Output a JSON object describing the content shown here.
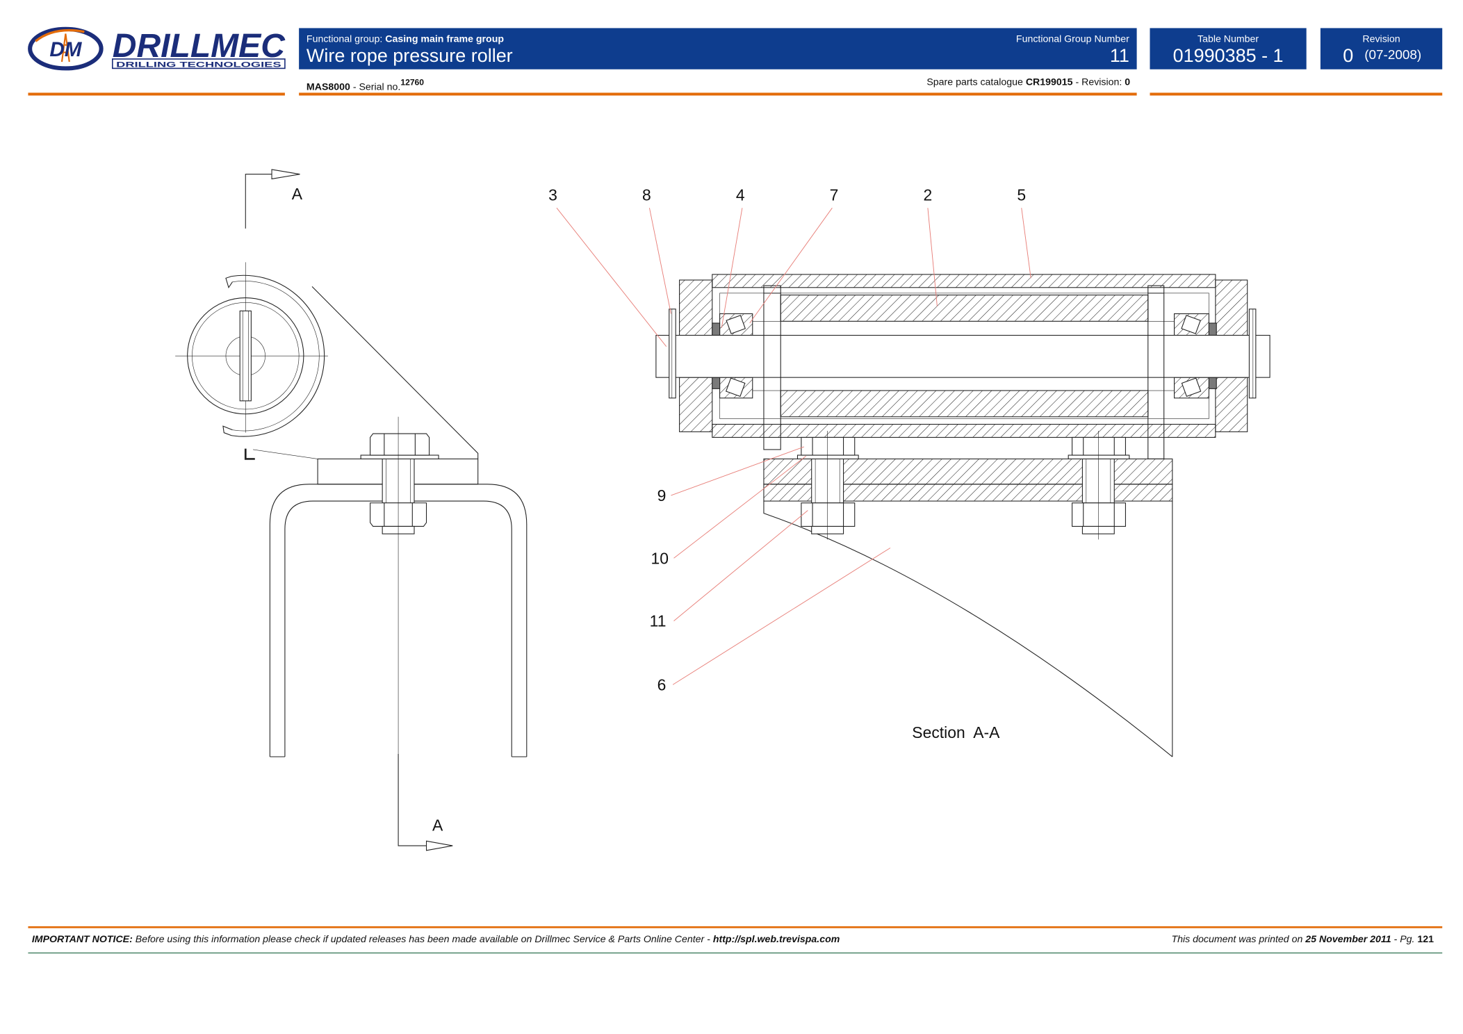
{
  "logo": {
    "monogram": "DM",
    "brand": "DRILLMEC",
    "tagline": "DRILLING TECHNOLOGIES"
  },
  "header": {
    "functional_group_label": "Functional group:",
    "functional_group": "Casing main frame group",
    "title": "Wire rope pressure roller",
    "group_number_label": "Functional Group Number",
    "group_number": "11",
    "model": "MAS8000",
    "serial_label": "- Serial no.",
    "serial": "12760",
    "catalogue_label": "Spare parts catalogue",
    "catalogue": "CR199015",
    "revision_label": "- Revision:",
    "catalogue_revision": "0",
    "table_number_label": "Table Number",
    "table_number": "01990385 - 1",
    "revision_box_label": "Revision",
    "revision": "0",
    "revision_date": "(07-2008)"
  },
  "drawing": {
    "section_marker_top": "A",
    "section_marker_bottom": "A",
    "section_title": "Section  A-A",
    "callouts": [
      "3",
      "8",
      "4",
      "7",
      "2",
      "5",
      "9",
      "10",
      "11",
      "6"
    ]
  },
  "footer": {
    "notice_label": "IMPORTANT NOTICE:",
    "notice_text": "Before using this information please check if updated releases has been made available on Drillmec Service & Parts Online Center -",
    "url": "http://spl.web.trevispa.com",
    "printed_prefix": "This document was printed on",
    "printed_date": "25 November 2011",
    "page_prefix": "- Pg.",
    "page": "121"
  },
  "colors": {
    "brand_blue": "#0e3d8e",
    "logo_navy": "#1b2d7a",
    "accent_orange": "#e36c0a",
    "leader_red": "#e8807a"
  }
}
